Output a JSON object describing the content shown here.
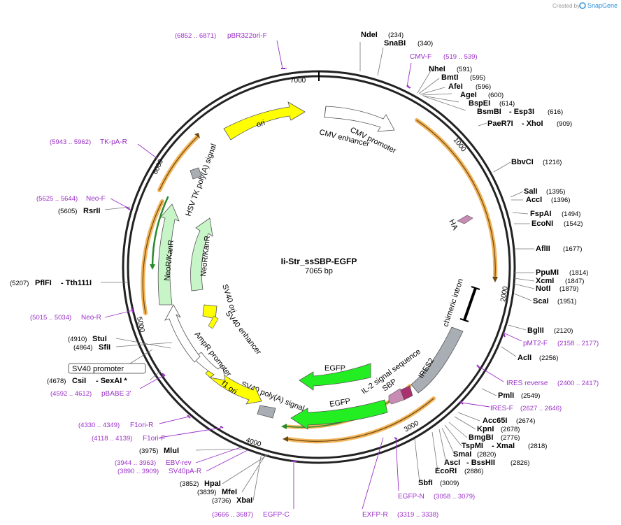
{
  "header": {
    "created_by": "Created by",
    "brand": "SnapGene"
  },
  "plasmid": {
    "name": "Ii-Str_ssSBP-EGFP",
    "size": "7065 bp",
    "length": 7065
  },
  "colors": {
    "backbone": "#222222",
    "primer": "#9b30c8",
    "ori": "#ffff00",
    "green": "#22ee22",
    "pale_green": "#c8f5c8",
    "orange": "#f2b45a",
    "gray": "#a9aeb5"
  },
  "ticks": [
    "1000",
    "2000",
    "3000",
    "4000",
    "5000",
    "6000",
    "7000"
  ],
  "sites": {
    "ndei": {
      "name": "NdeI",
      "pos": "(234)"
    },
    "snabi": {
      "name": "SnaBI",
      "pos": "(340)"
    },
    "nhei": {
      "name": "NheI",
      "pos": "(591)"
    },
    "bmti": {
      "name": "BmtI",
      "pos": "(595)"
    },
    "afei": {
      "name": "AfeI",
      "pos": "(596)"
    },
    "agei": {
      "name": "AgeI",
      "pos": "(600)"
    },
    "bspei": {
      "name": "BspEI",
      "pos": "(614)"
    },
    "bsmbi": {
      "name": "BsmBI",
      "name2": "- Esp3I",
      "pos": "(616)"
    },
    "paer7i": {
      "name": "PaeR7I",
      "name2": "- XhoI",
      "pos": "(909)"
    },
    "bbvci": {
      "name": "BbvCI",
      "pos": "(1216)"
    },
    "sali": {
      "name": "SalI",
      "pos": "(1395)"
    },
    "acci": {
      "name": "AccI",
      "pos": "(1396)"
    },
    "fspai": {
      "name": "FspAI",
      "pos": "(1494)"
    },
    "econi": {
      "name": "EcoNI",
      "pos": "(1542)"
    },
    "aflii": {
      "name": "AflII",
      "pos": "(1677)"
    },
    "ppumi": {
      "name": "PpuMI",
      "pos": "(1814)"
    },
    "xcmi": {
      "name": "XcmI",
      "pos": "(1847)"
    },
    "noti": {
      "name": "NotI",
      "pos": "(1879)"
    },
    "scai": {
      "name": "ScaI",
      "pos": "(1951)"
    },
    "bglii": {
      "name": "BglII",
      "pos": "(2120)"
    },
    "acli": {
      "name": "AclI",
      "pos": "(2256)"
    },
    "pmli": {
      "name": "PmlI",
      "pos": "(2549)"
    },
    "acc65i": {
      "name": "Acc65I",
      "pos": "(2674)"
    },
    "kpni": {
      "name": "KpnI",
      "pos": "(2678)"
    },
    "bmgbi": {
      "name": "BmgBI",
      "pos": "(2776)"
    },
    "tspmi": {
      "name": "TspMI",
      "name2": "- XmaI",
      "pos": "(2818)"
    },
    "smai": {
      "name": "SmaI",
      "pos": "(2820)"
    },
    "asci": {
      "name": "AscI",
      "name2": "- BssHII",
      "pos": "(2826)"
    },
    "ecori": {
      "name": "EcoRI",
      "pos": "(2886)"
    },
    "sbfi": {
      "name": "SbfI",
      "pos": "(3009)"
    },
    "xbai": {
      "name": "XbaI",
      "pos": "(3736)"
    },
    "mfei": {
      "name": "MfeI",
      "pos": "(3839)"
    },
    "hpai": {
      "name": "HpaI",
      "pos": "(3852)"
    },
    "mlui": {
      "name": "MluI",
      "pos": "(3975)"
    },
    "csii": {
      "name": "CsiI",
      "name2": "- SexAI *",
      "pos": "(4678)"
    },
    "sfii": {
      "name": "SfiI",
      "pos": "(4864)"
    },
    "stui": {
      "name": "StuI",
      "pos": "(4910)"
    },
    "pflfi": {
      "name": "PflFI",
      "name2": "- Tth111I",
      "pos": "(5207)"
    },
    "rsrii": {
      "name": "RsrII",
      "pos": "(5605)"
    }
  },
  "primers": {
    "pbr322ori_f": {
      "name": "pBR322ori-F",
      "pos": "(6852 .. 6871)"
    },
    "cmv_f": {
      "name": "CMV-F",
      "pos": "(519 .. 539)"
    },
    "tk_pa_r": {
      "name": "TK-pA-R",
      "pos": "(5943 .. 5962)"
    },
    "neo_f": {
      "name": "Neo-F",
      "pos": "(5625 .. 5644)"
    },
    "neo_r": {
      "name": "Neo-R",
      "pos": "(5015 .. 5034)"
    },
    "pbabe3": {
      "name": "pBABE 3'",
      "pos": "(4592 .. 4612)"
    },
    "f1ori_r": {
      "name": "F1ori-R",
      "pos": "(4330 .. 4349)"
    },
    "f1ori_f": {
      "name": "F1ori-F",
      "pos": "(4118 .. 4139)"
    },
    "ebv_rev": {
      "name": "EBV-rev",
      "pos": "(3944 .. 3963)"
    },
    "sv40pa_r": {
      "name": "SV40pA-R",
      "pos": "(3890 .. 3909)"
    },
    "egfp_c": {
      "name": "EGFP-C",
      "pos": "(3666 .. 3687)"
    },
    "exfp_r": {
      "name": "EXFP-R",
      "pos": "(3319 .. 3338)"
    },
    "egfp_n": {
      "name": "EGFP-N",
      "pos": "(3058 .. 3079)"
    },
    "pmt2_f": {
      "name": "pMT2-F",
      "pos": "(2158 .. 2177)"
    },
    "ires_reverse": {
      "name": "IRES reverse",
      "pos": "(2400 .. 2417)"
    },
    "ires_f": {
      "name": "IRES-F",
      "pos": "(2627 .. 2646)"
    }
  },
  "features": {
    "ori": "ori",
    "cmv_promoter": "CMV promoter",
    "cmv_enhancer": "CMV enhancer",
    "ha": "HA",
    "chimeric_intron": "chimeric intron",
    "ires2": "IRES2",
    "il2_signal": "IL-2 signal sequence",
    "sbp": "SBP",
    "egfp_1": "EGFP",
    "egfp_2": "EGFP",
    "sv40_pa": "SV40 poly(A) signal",
    "f1_ori": "f1 ori",
    "ampr_promoter": "AmpR promoter",
    "sv40_promoter": "SV40 promoter",
    "sv40_ori": "SV40 ori",
    "sv40_enhancer": "SV40 enhancer",
    "neokan_inner": "NeoR/KanR",
    "neokan_outer": "NeoR/KanR",
    "hsv_tk": "HSV TK poly(A) signal"
  }
}
